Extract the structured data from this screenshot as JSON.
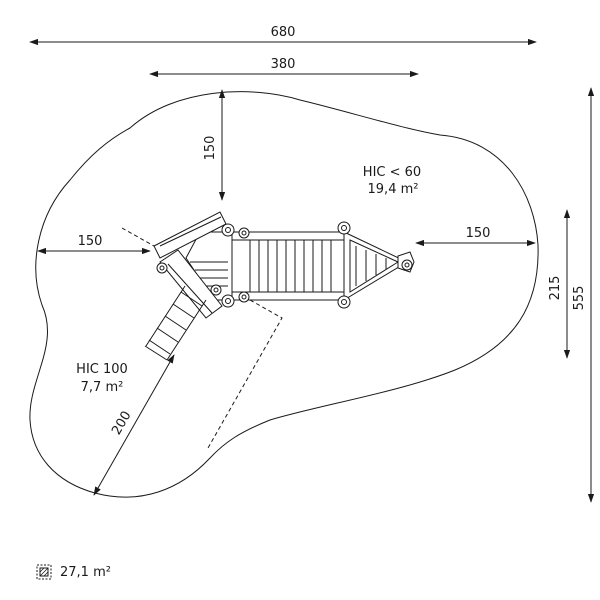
{
  "dimensions": {
    "overall_width": "680",
    "structure_width": "380",
    "top_clearance": "150",
    "left_clearance": "150",
    "right_clearance": "150",
    "structure_depth": "215",
    "overall_depth": "555",
    "slide_clearance": "200"
  },
  "zones": {
    "main": {
      "hic": "HIC < 60",
      "area": "19,4 m²"
    },
    "slide": {
      "hic": "HIC 100",
      "area": "7,7 m²"
    }
  },
  "legend": {
    "icon": "hatched-square-icon",
    "total_area": "27,1 m²"
  },
  "colors": {
    "line": "#1a1a1a",
    "background": "#ffffff"
  }
}
